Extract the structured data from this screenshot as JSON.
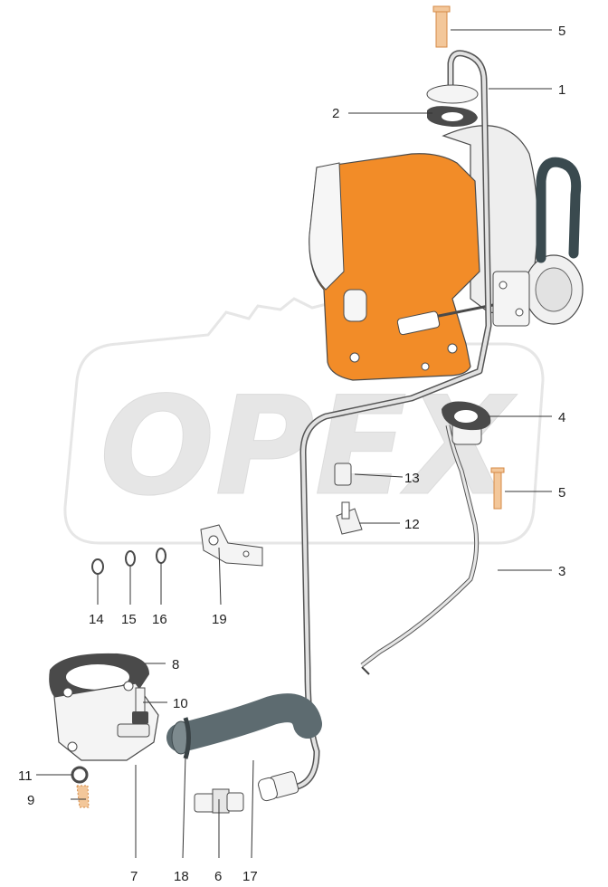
{
  "watermark": "OPEX",
  "colors": {
    "turbo": "#f28c28",
    "hose": "#5d6b70",
    "pipe": "#d8d8d8",
    "gasket": "#4a4a4a",
    "brass": "#f3c79a",
    "watermark": "#e4e4e4"
  },
  "callouts": [
    {
      "id": "1",
      "label": "1"
    },
    {
      "id": "2",
      "label": "2"
    },
    {
      "id": "3",
      "label": "3"
    },
    {
      "id": "4",
      "label": "4"
    },
    {
      "id": "5a",
      "label": "5"
    },
    {
      "id": "5b",
      "label": "5"
    },
    {
      "id": "6",
      "label": "6"
    },
    {
      "id": "7",
      "label": "7"
    },
    {
      "id": "8",
      "label": "8"
    },
    {
      "id": "9",
      "label": "9"
    },
    {
      "id": "10",
      "label": "10"
    },
    {
      "id": "11",
      "label": "11"
    },
    {
      "id": "12",
      "label": "12"
    },
    {
      "id": "13",
      "label": "13"
    },
    {
      "id": "14",
      "label": "14"
    },
    {
      "id": "15",
      "label": "15"
    },
    {
      "id": "16",
      "label": "16"
    },
    {
      "id": "17",
      "label": "17"
    },
    {
      "id": "18",
      "label": "18"
    },
    {
      "id": "19",
      "label": "19"
    }
  ]
}
